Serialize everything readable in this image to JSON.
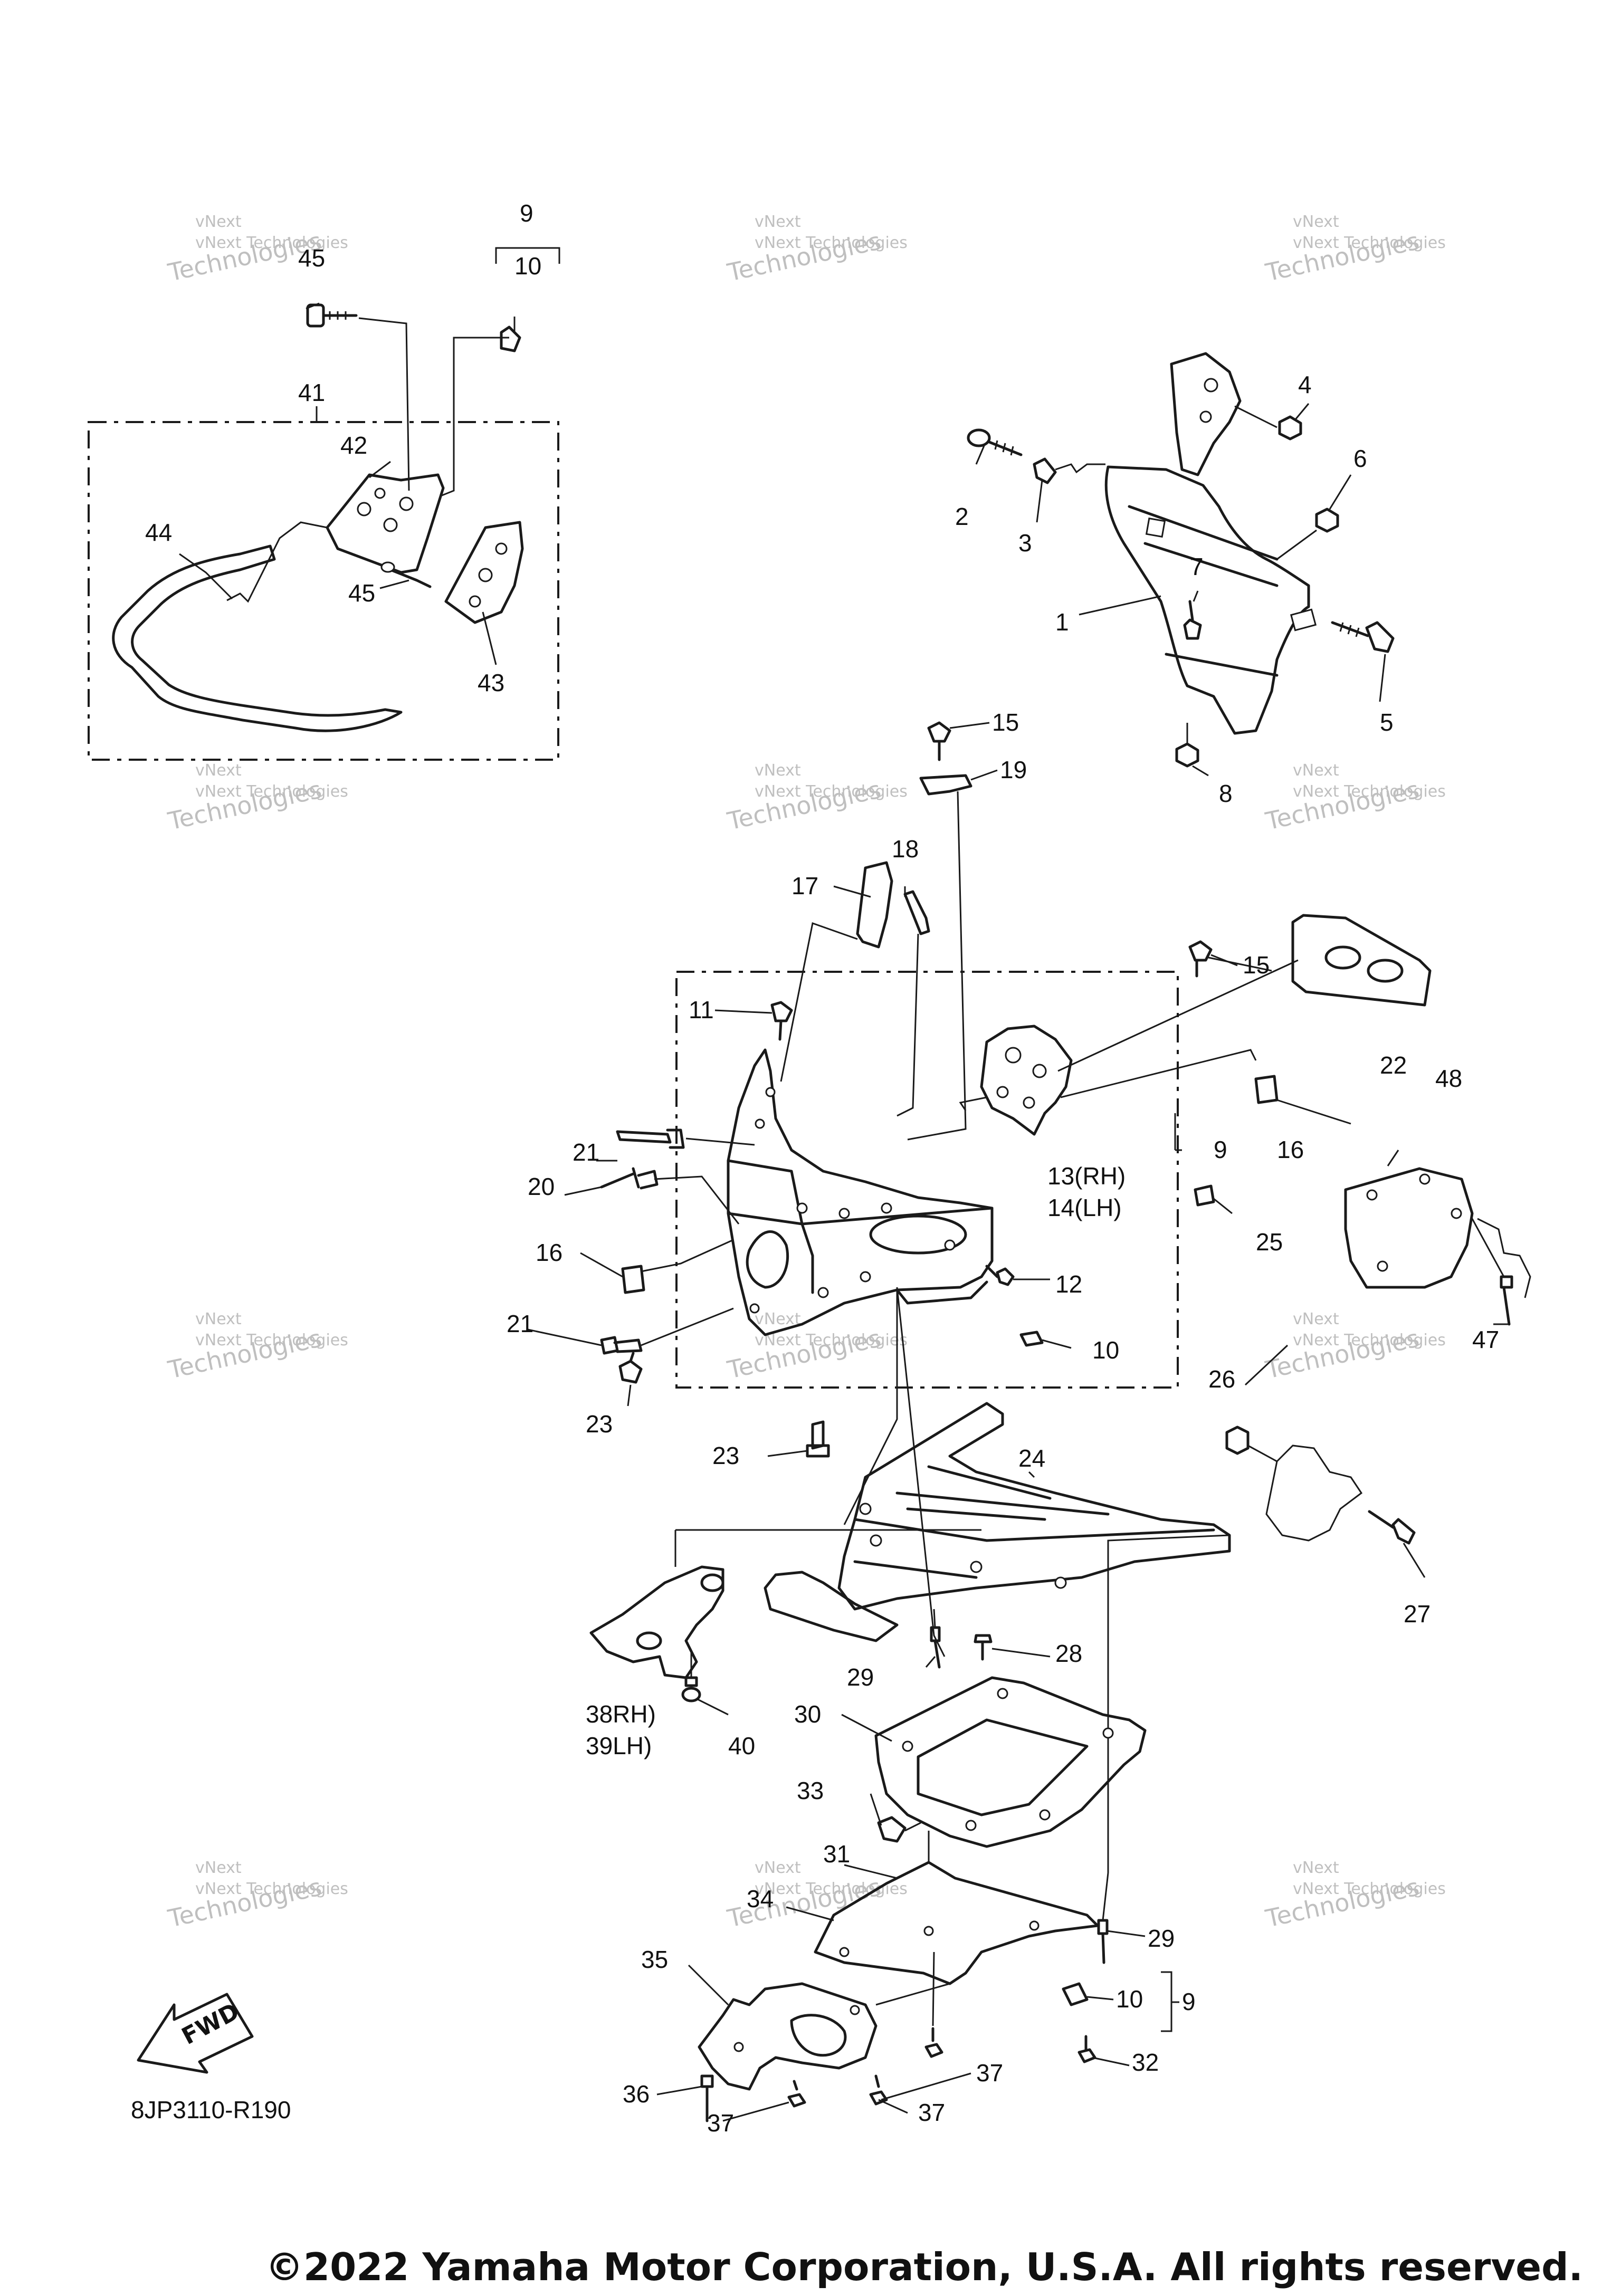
{
  "diagram_code": "8JP3110-R190",
  "copyright": "©2022 Yamaha Motor Corporation, U.S.A. All rights reserved.",
  "fwd_arrow_text": "FWD",
  "watermark": {
    "line1": "vNext Technologies",
    "line2": "Technologies",
    "line3": "vNext"
  },
  "callouts": {
    "c1": "1",
    "c2": "2",
    "c3": "3",
    "c4": "4",
    "c5": "5",
    "c6": "6",
    "c7": "7",
    "c8": "8",
    "c9a": "9",
    "c9b": "9",
    "c9c": "9",
    "c10a": "10",
    "c10b": "10",
    "c10c": "10",
    "c11": "11",
    "c12": "12",
    "c13": "13(RH)",
    "c14": "14(LH)",
    "c15a": "15",
    "c15b": "15",
    "c16a": "16",
    "c16b": "16",
    "c17": "17",
    "c18": "18",
    "c19": "19",
    "c20": "20",
    "c21a": "21",
    "c21b": "21",
    "c22": "22",
    "c23a": "23",
    "c23b": "23",
    "c24": "24",
    "c25": "25",
    "c26": "26",
    "c27": "27",
    "c28": "28",
    "c29a": "29",
    "c29b": "29",
    "c30": "30",
    "c31": "31",
    "c32": "32",
    "c33": "33",
    "c34": "34",
    "c35": "35",
    "c36": "36",
    "c37a": "37",
    "c37b": "37",
    "c37c": "37",
    "c38": "38RH)",
    "c39": "39LH)",
    "c40": "40",
    "c41": "41",
    "c42": "42",
    "c43": "43",
    "c44": "44",
    "c45a": "45",
    "c45b": "45",
    "c47": "47",
    "c48": "48"
  }
}
